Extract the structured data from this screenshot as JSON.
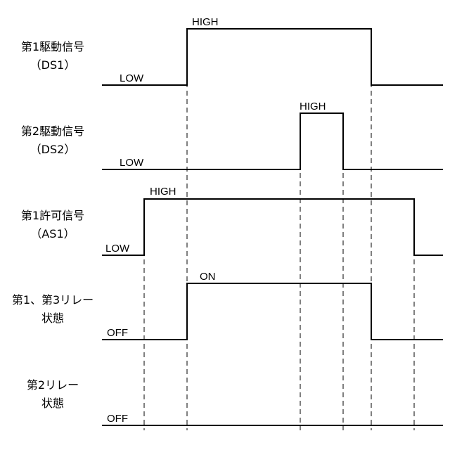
{
  "signals": [
    {
      "name": "第1駆動信号",
      "sub": "（DS1）",
      "low": "LOW",
      "high": "HIGH"
    },
    {
      "name": "第2駆動信号",
      "sub": "（DS2）",
      "low": "LOW",
      "high": "HIGH"
    },
    {
      "name": "第1許可信号",
      "sub": "（AS1）",
      "low": "LOW",
      "high": "HIGH"
    },
    {
      "name": "第1、第3リレー",
      "sub": "状態",
      "low": "OFF",
      "high": "ON"
    },
    {
      "name": "第2リレー",
      "sub": "状態",
      "low": "OFF",
      "high": ""
    }
  ]
}
